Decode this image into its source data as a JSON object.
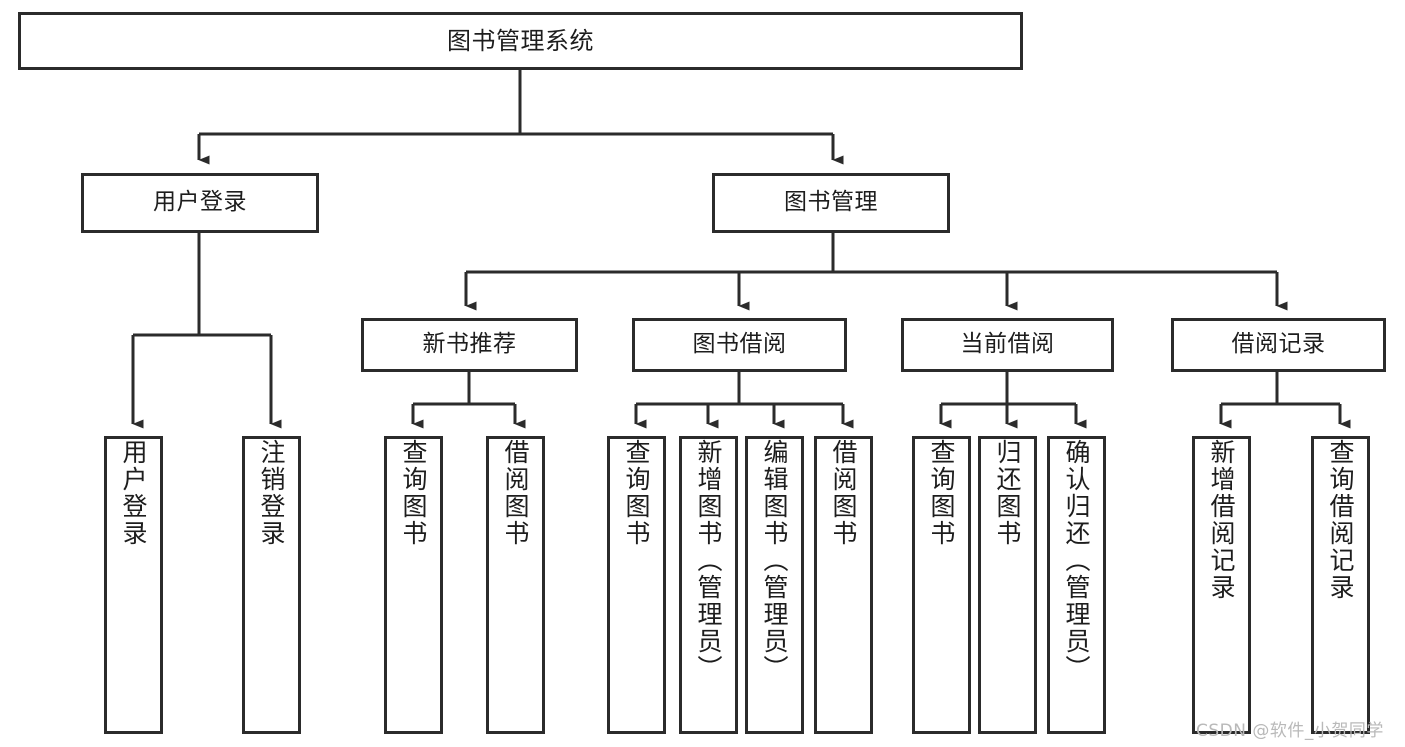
{
  "diagram": {
    "title": "图书管理系统",
    "type": "hierarchy-tree",
    "watermark": "CSDN @软件_小贺同学",
    "colors": {
      "stroke": "#2b2b2b",
      "fill": "#ffffff",
      "text": "#1d1d1d",
      "watermark": "#b9b9b9"
    },
    "levels": {
      "root": {
        "label": "图书管理系统"
      },
      "level2": [
        {
          "label": "用户登录"
        },
        {
          "label": "图书管理"
        }
      ],
      "level3": [
        {
          "label": "新书推荐"
        },
        {
          "label": "图书借阅"
        },
        {
          "label": "当前借阅"
        },
        {
          "label": "借阅记录"
        }
      ]
    },
    "nodes": {
      "root": "图书管理系统",
      "user_login": "用户登录",
      "book_manage": "图书管理",
      "new_book_rec": "新书推荐",
      "book_borrow": "图书借阅",
      "current_borrow": "当前借阅",
      "borrow_record": "借阅记录",
      "leaf_user_login": "用户登录",
      "leaf_user_logout": "注销登录",
      "leaf_query_book_1": "查询图书",
      "leaf_borrow_book_1": "借阅图书",
      "leaf_query_book_2": "查询图书",
      "leaf_add_book_admin": "新增图书（管理员）",
      "leaf_edit_book_admin": "编辑图书（管理员）",
      "leaf_borrow_book_2": "借阅图书",
      "leaf_query_book_3": "查询图书",
      "leaf_return_book": "归还图书",
      "leaf_confirm_return_admin": "确认归还（管理员）",
      "leaf_add_record": "新增借阅记录",
      "leaf_query_record": "查询借阅记录"
    }
  }
}
